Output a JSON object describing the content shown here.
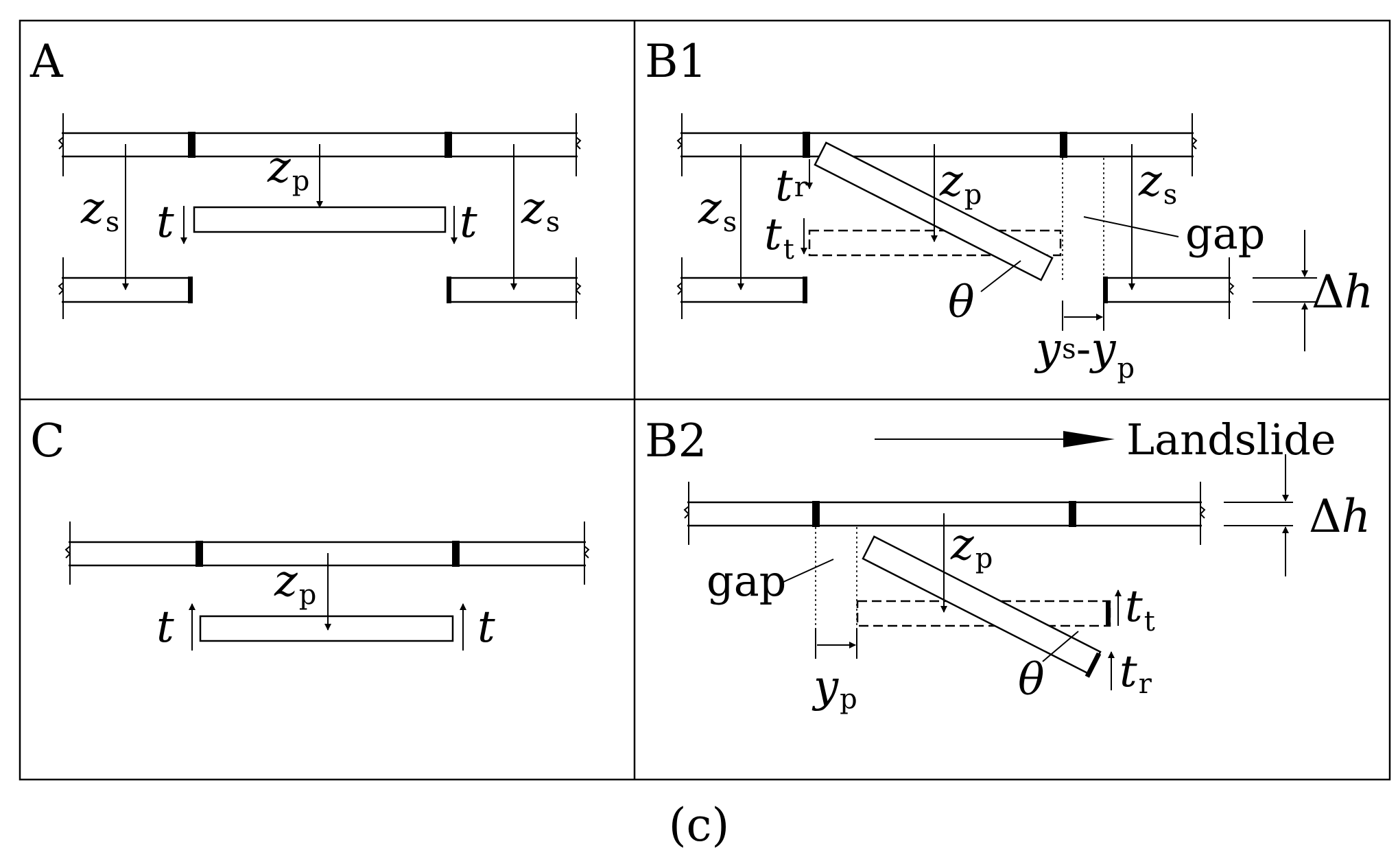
{
  "panels": {
    "a": {
      "label": "A"
    },
    "b1": {
      "label": "B1"
    },
    "c": {
      "label": "C"
    },
    "b2": {
      "label": "B2"
    }
  },
  "symbols": {
    "zs_main": "z",
    "zs_sub": "s",
    "zp_main": "z",
    "zp_sub": "p",
    "t": "t",
    "tr_main": "t",
    "tr_sub": "r",
    "tt_main": "t",
    "tt_sub": "t",
    "theta": "θ",
    "gap": "gap",
    "dh_delta": "Δ",
    "dh_h": "h",
    "ys_main": "y",
    "ys_sub": "s",
    "dash": "-",
    "yp_main": "y",
    "yp_sub": "p",
    "landslide": "Landslide"
  },
  "caption": "(c)"
}
